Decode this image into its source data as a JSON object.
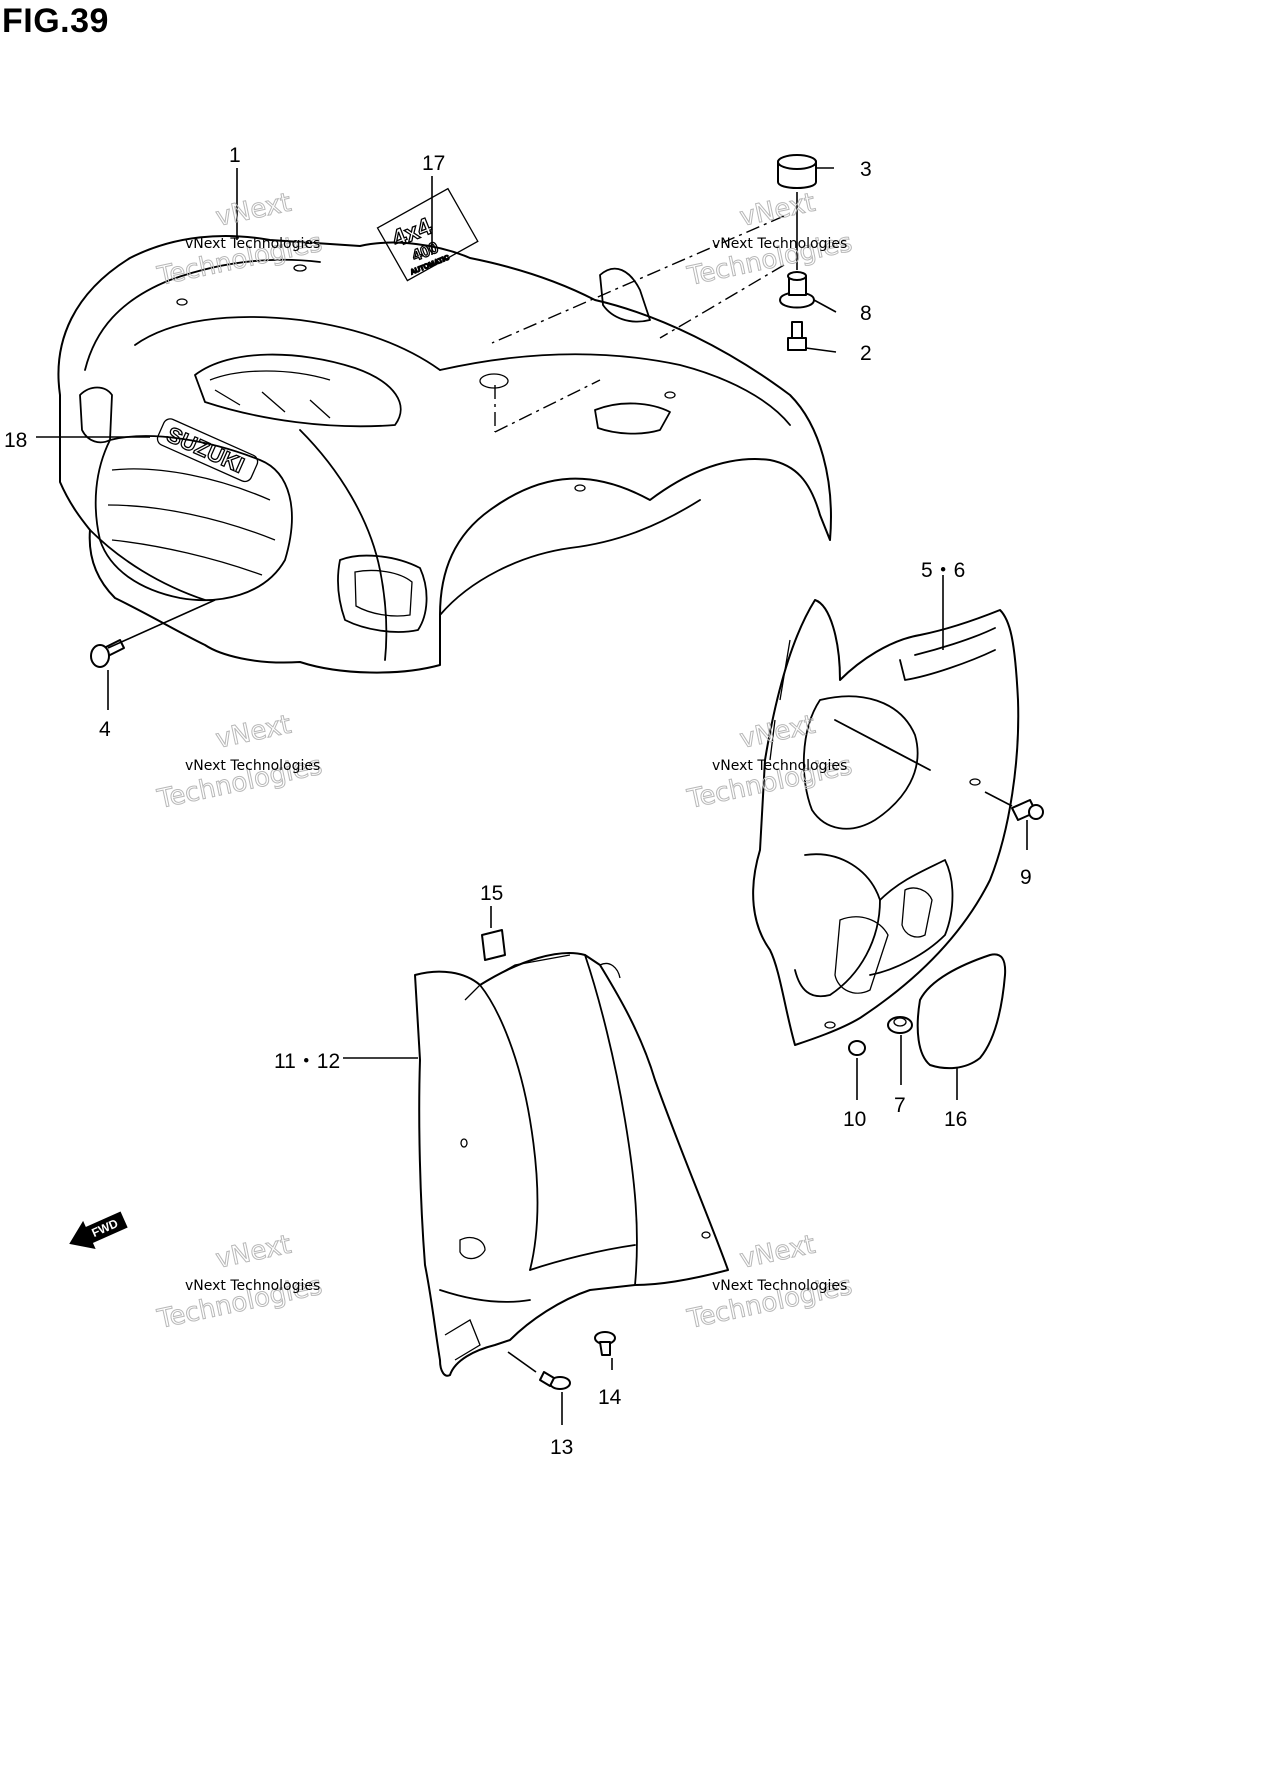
{
  "figure_title": "FIG.39",
  "callouts": {
    "c1": "1",
    "c2": "2",
    "c3": "3",
    "c4": "4",
    "c5_6": "5・6",
    "c7": "7",
    "c8": "8",
    "c9": "9",
    "c10": "10",
    "c11_12": "11・12",
    "c13": "13",
    "c14": "14",
    "c15": "15",
    "c16": "16",
    "c17": "17",
    "c18": "18"
  },
  "watermark": {
    "line1": "vNext Technologies",
    "line2": "vNext",
    "line3": "Technologies"
  },
  "emblems": {
    "suzuki": "SUZUKI",
    "badge_top": "4x4",
    "badge_mid": "400",
    "badge_bottom": "AUTOMATIC"
  },
  "fwd_arrow": "FWD"
}
